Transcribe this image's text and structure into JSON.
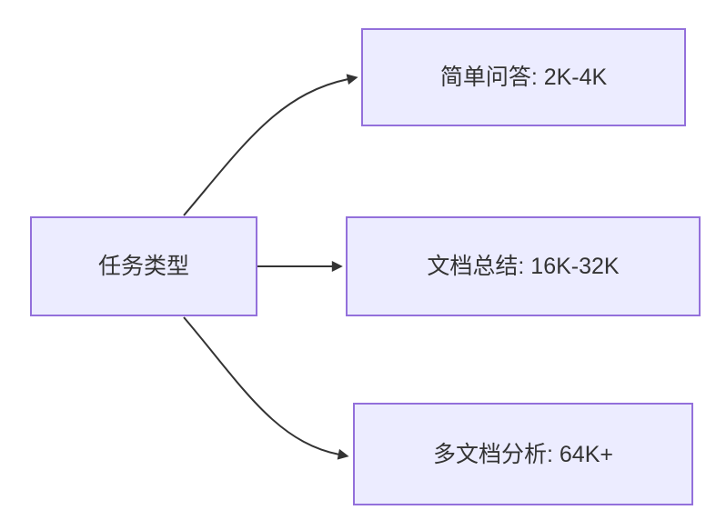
{
  "diagram": {
    "type": "flowchart",
    "nodes": [
      {
        "id": "root",
        "label": "任务类型"
      },
      {
        "id": "simple-qa",
        "label": "简单问答: 2K-4K"
      },
      {
        "id": "doc-summary",
        "label": "文档总结: 16K-32K"
      },
      {
        "id": "multi-doc",
        "label": "多文档分析: 64K+"
      }
    ],
    "edges": [
      {
        "from": "root",
        "to": "simple-qa"
      },
      {
        "from": "root",
        "to": "doc-summary"
      },
      {
        "from": "root",
        "to": "multi-doc"
      }
    ],
    "colors": {
      "background": "#FFFFFF",
      "node_fill": "#ECECFF",
      "node_border": "#9370DB",
      "edge": "#333333",
      "text": "#333333"
    }
  }
}
